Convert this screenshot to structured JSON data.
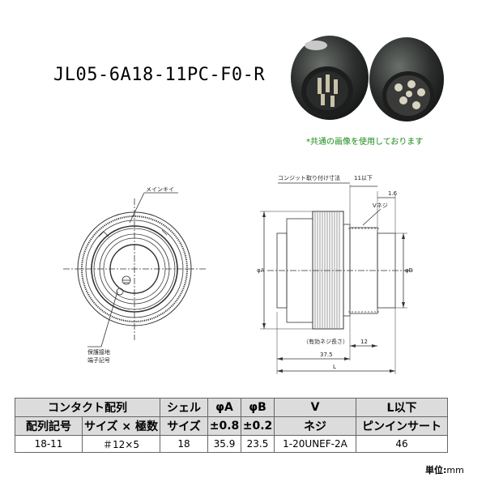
{
  "title": "JL05-6A18-11PC-F0-R",
  "photo_note": "*共通の画像を使用しております",
  "front_view": {
    "main_key_label": "メインキイ",
    "ground_label_1": "保護接地",
    "ground_label_2": "端子記号"
  },
  "side_view": {
    "conduit_label": "コンジット取り付け寸法",
    "conduit_value": "11以下",
    "dim_16": "1.6",
    "v_thread": "Vネジ",
    "phi_a": "φA",
    "phi_b": "φB",
    "effective_thread": "（有効ネジ長さ）",
    "dim_12": "12",
    "dim_375": "37.5",
    "dim_l": "L"
  },
  "table": {
    "header1": {
      "contact": "コンタクト配列",
      "shell": "シェル",
      "phi_a": "φA",
      "phi_b": "φB",
      "v": "V",
      "l": "L以下"
    },
    "header2": {
      "code": "配列記号",
      "size_poles": "サイズ × 極数",
      "shell_size": "サイズ",
      "tol_a": "±0.8",
      "tol_b": "±0.2",
      "thread": "ネジ",
      "insert": "ピンインサート"
    },
    "row": {
      "code": "18-11",
      "size_poles": "＃12×5",
      "shell_size": "18",
      "phi_a": "35.9",
      "phi_b": "23.5",
      "v": "1-20UNEF-2A",
      "l": "46"
    }
  },
  "unit": {
    "label": "単位:",
    "value": "mm"
  }
}
